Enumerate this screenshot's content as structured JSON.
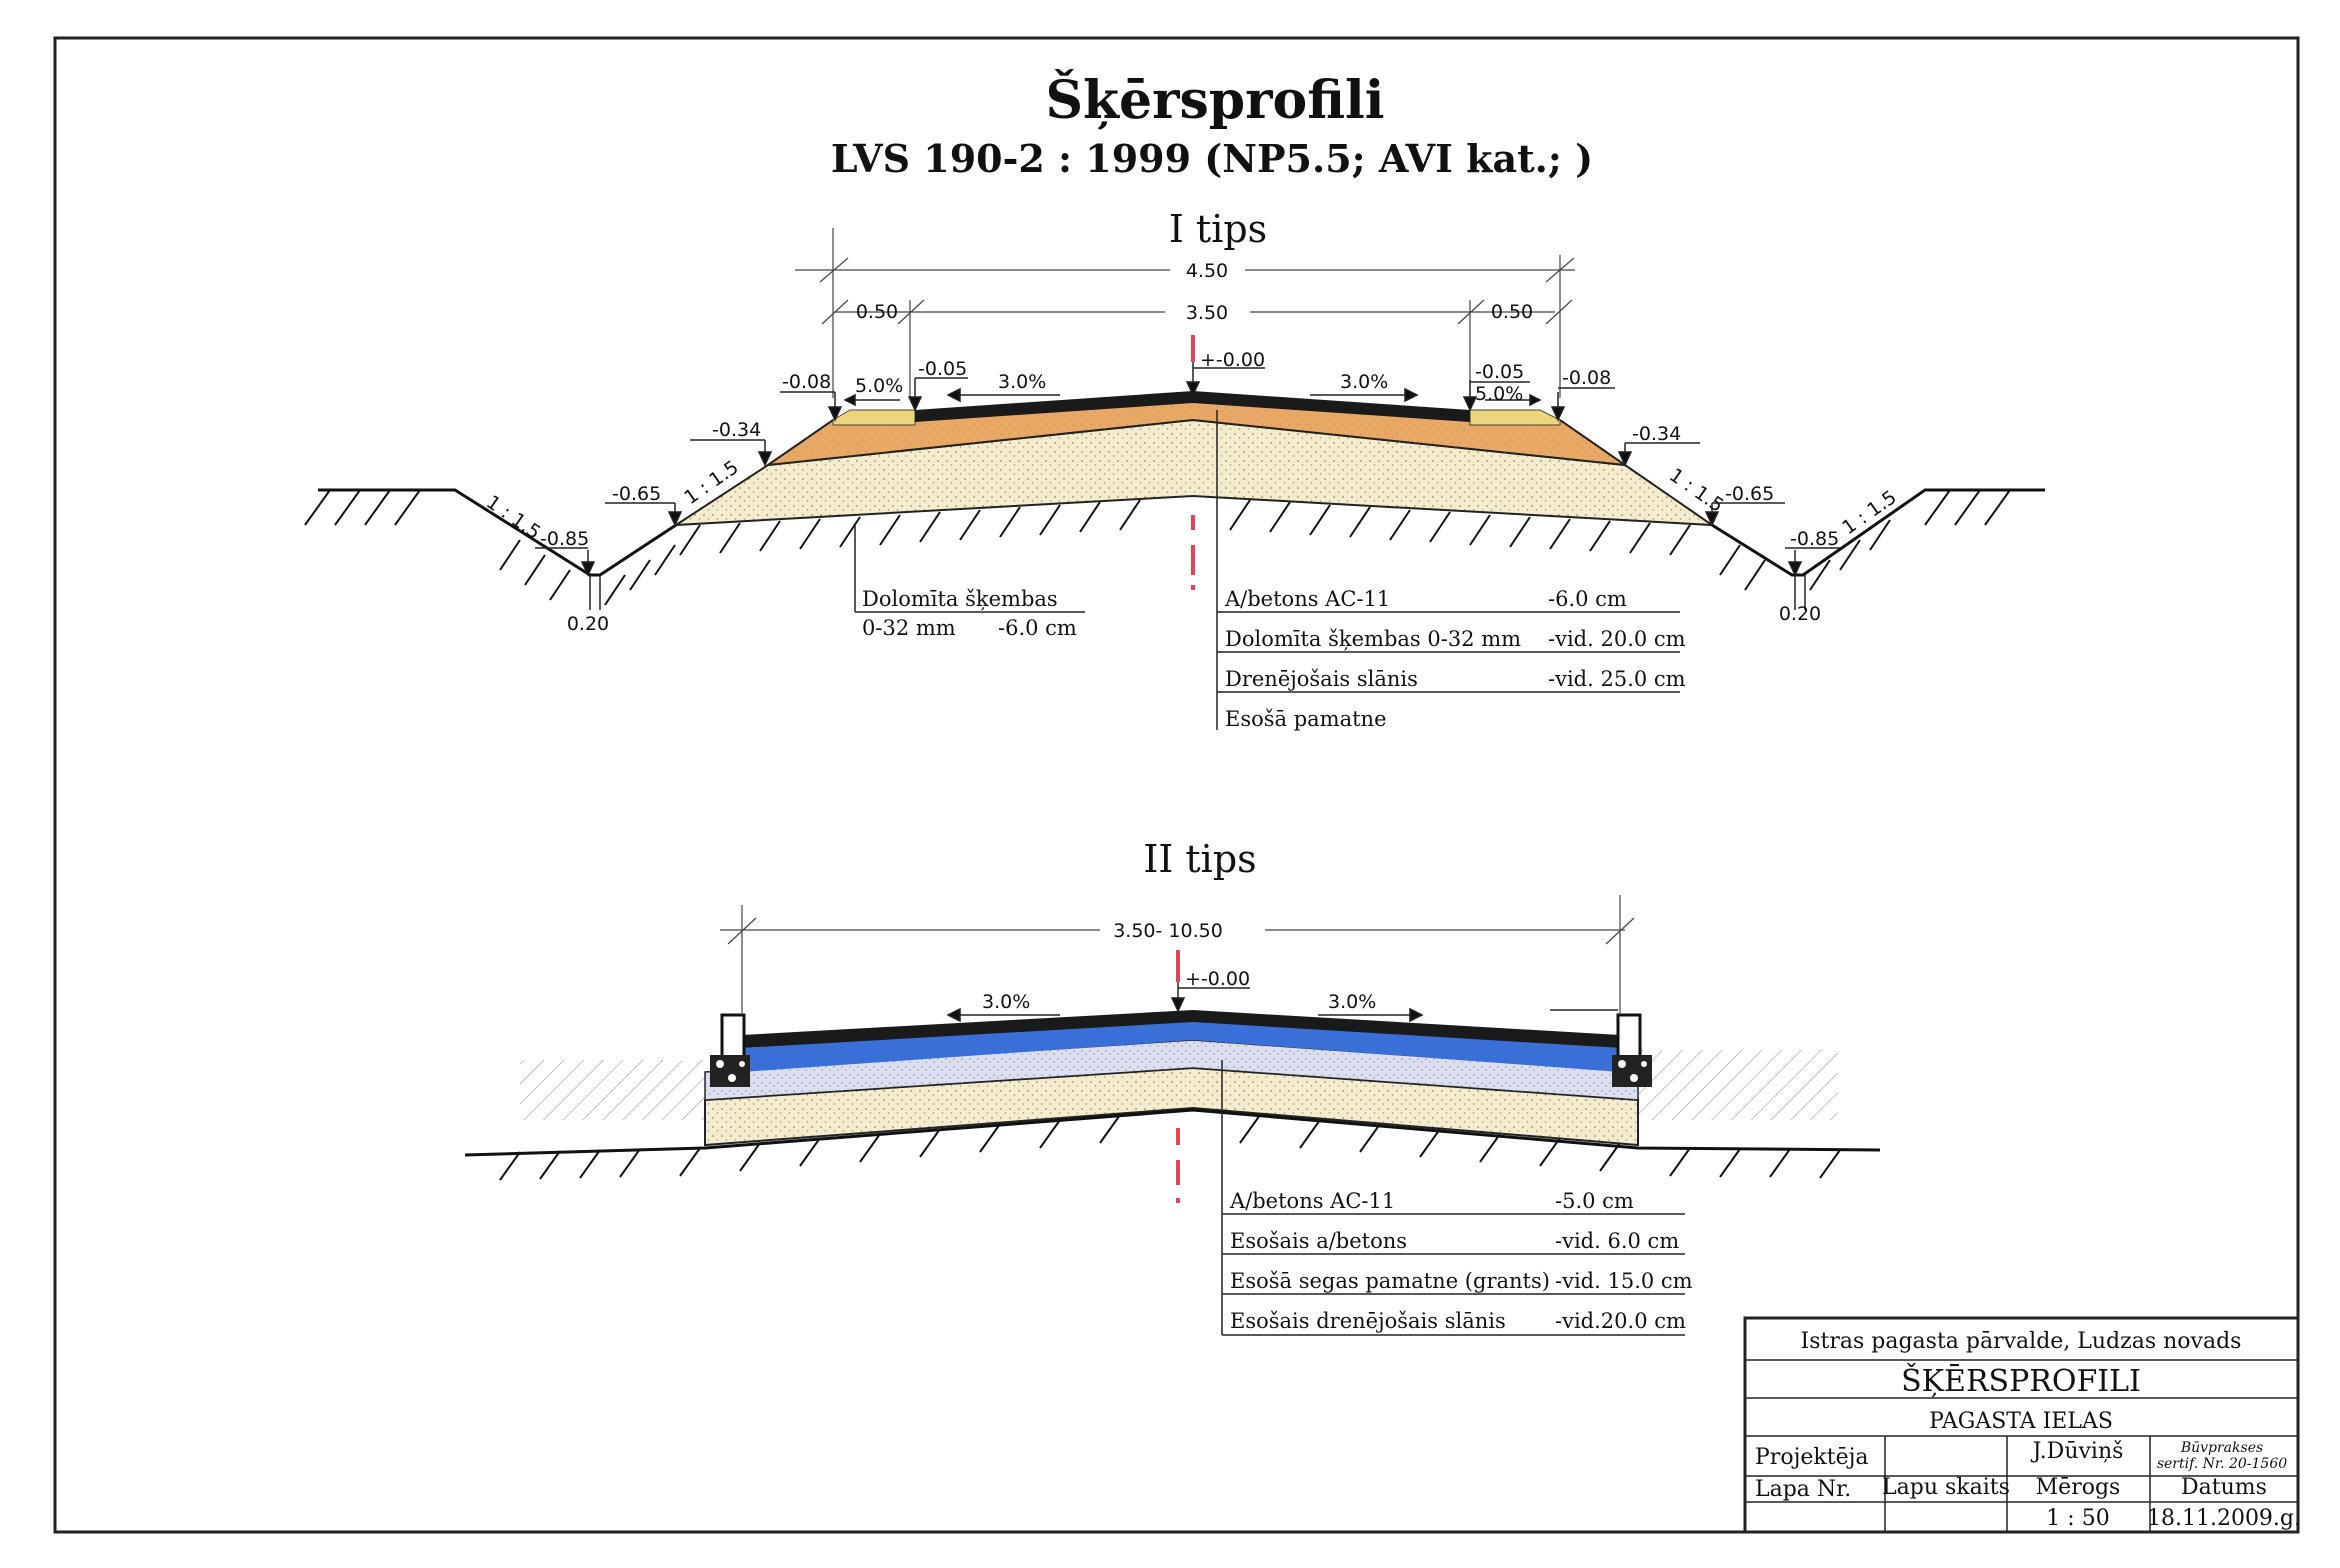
{
  "title": "Šķērsprofili",
  "subtitle": "LVS 190-2 : 1999  (NP5.5; AVI kat.; )",
  "type1": {
    "heading": "I tips",
    "dim_total": "4.50",
    "dim_carriageway": "3.50",
    "dim_shoulder_left": "0.50",
    "dim_shoulder_right": "0.50",
    "axis_level": "+-0.00",
    "slope_carriageway_left": "3.0%",
    "slope_carriageway_right": "3.0%",
    "slope_shoulder_left": "5.0%",
    "slope_shoulder_right": "5.0%",
    "lvl_edge_left": "-0.05",
    "lvl_edge_right": "-0.05",
    "lvl_shoulder_left": "-0.08",
    "lvl_shoulder_right": "-0.08",
    "lvl_base_left": "-0.34",
    "lvl_base_right": "-0.34",
    "lvl_bottom_left": "-0.65",
    "lvl_bottom_right": "-0.65",
    "lvl_ditch_left": "-0.85",
    "lvl_ditch_right": "-0.85",
    "ditch_width_left": "0.20",
    "ditch_width_right": "0.20",
    "slope_ratio_a": "1 : 1.5",
    "slope_ratio_b": "1 : 1.5",
    "slope_ratio_c": "1 : 1.5",
    "slope_ratio_d": "1 : 1.5",
    "shoulder_note_line1": "Dolomīta šķembas",
    "shoulder_note_size": "0-32 mm",
    "shoulder_note_thick": "-6.0  cm",
    "layers": [
      {
        "name": "A/betons AC-11",
        "value": "-6.0 cm"
      },
      {
        "name": "Dolomīta šķembas 0-32 mm",
        "value": "-vid. 20.0 cm"
      },
      {
        "name": "Drenējošais slānis",
        "value": "-vid. 25.0 cm"
      },
      {
        "name": "Esošā pamatne",
        "value": ""
      }
    ]
  },
  "type2": {
    "heading": "II tips",
    "dim_width": "3.50- 10.50",
    "axis_level": "+-0.00",
    "slope_left": "3.0%",
    "slope_right": "3.0%",
    "layers": [
      {
        "name": "A/betons AC-11",
        "value": "-5.0 cm"
      },
      {
        "name": "Esošais a/betons",
        "value": "-vid. 6.0 cm"
      },
      {
        "name": "Esošā segas pamatne (grants)",
        "value": "-vid. 15.0 cm"
      },
      {
        "name": "Esošais drenējošais slānis",
        "value": "-vid.20.0 cm"
      }
    ]
  },
  "title_block": {
    "client": "Istras  pagasta pārvalde, Ludzas novads",
    "drawing": "ŠĶĒRSPROFILI",
    "object": "PAGASTA  IELAS",
    "designer_label": "Projektēja",
    "designer_name": "J.Dūviņš",
    "cert_line1": "Būvprakses",
    "cert_line2": "sertif. Nr. 20-1560",
    "sheet_label": "Lapa Nr.",
    "pages_label": "Lapu skaits",
    "scale_label": "Mērogs",
    "date_label": "Datums",
    "scale_value": "1 : 50",
    "date_value": "18.11.2009.g."
  },
  "colors": {
    "asphalt": "#1a1a1a",
    "base_orange": "#e9a866",
    "shoulder_yellow": "#eed57a",
    "drain_sand": "#f4ecce",
    "existing_blue": "#3a6fd8",
    "existing_gravel": "#dcdff0",
    "axis_red": "#e0465a"
  }
}
